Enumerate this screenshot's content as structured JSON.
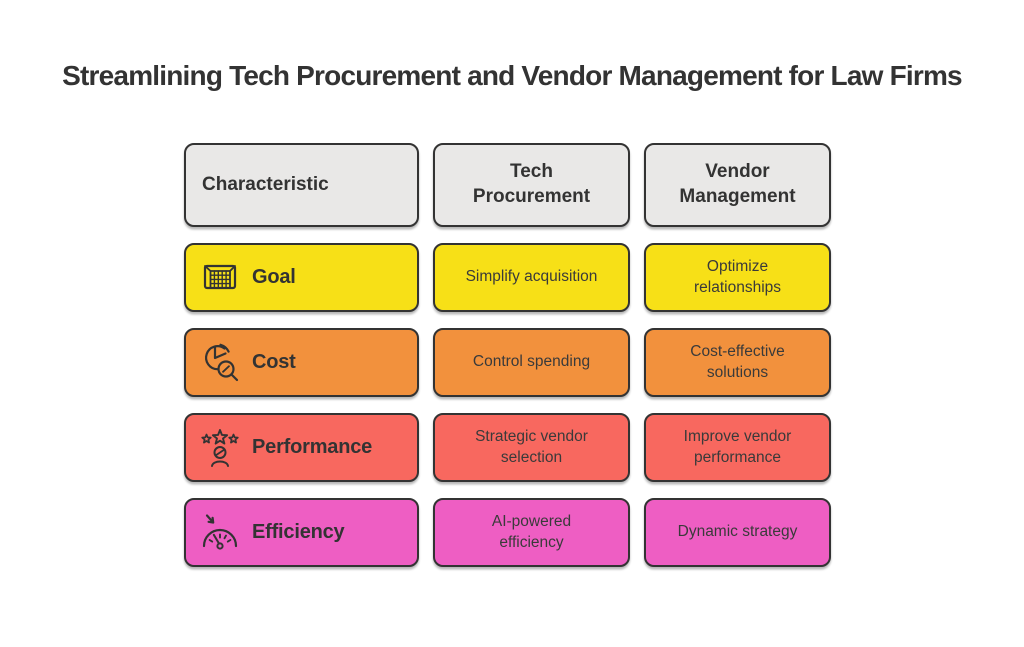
{
  "title": "Streamlining Tech Procurement and Vendor Management for Law Firms",
  "colors": {
    "background": "#ffffff",
    "border": "#333333",
    "text": "#333333",
    "header_bg": "#e9e8e7",
    "goal_row": "#F7E017",
    "cost_row": "#F2913D",
    "performance_row": "#F8685F",
    "efficiency_row": "#EE5EC3"
  },
  "table": {
    "columns": [
      "Characteristic",
      "Tech Procurement",
      "Vendor Management"
    ],
    "rows": [
      {
        "label": "Goal",
        "icon": "goal-icon",
        "color": "#F7E017",
        "cells": [
          "Simplify acquisition",
          "Optimize relationships"
        ]
      },
      {
        "label": "Cost",
        "icon": "pie-chart-magnifier-icon",
        "color": "#F2913D",
        "cells": [
          "Control spending",
          "Cost-effective solutions"
        ]
      },
      {
        "label": "Performance",
        "icon": "person-stars-icon",
        "color": "#F8685F",
        "cells": [
          "Strategic vendor selection",
          "Improve vendor performance"
        ]
      },
      {
        "label": "Efficiency",
        "icon": "speedometer-arrow-icon",
        "color": "#EE5EC3",
        "cells": [
          "AI-powered efficiency",
          "Dynamic strategy"
        ]
      }
    ]
  }
}
